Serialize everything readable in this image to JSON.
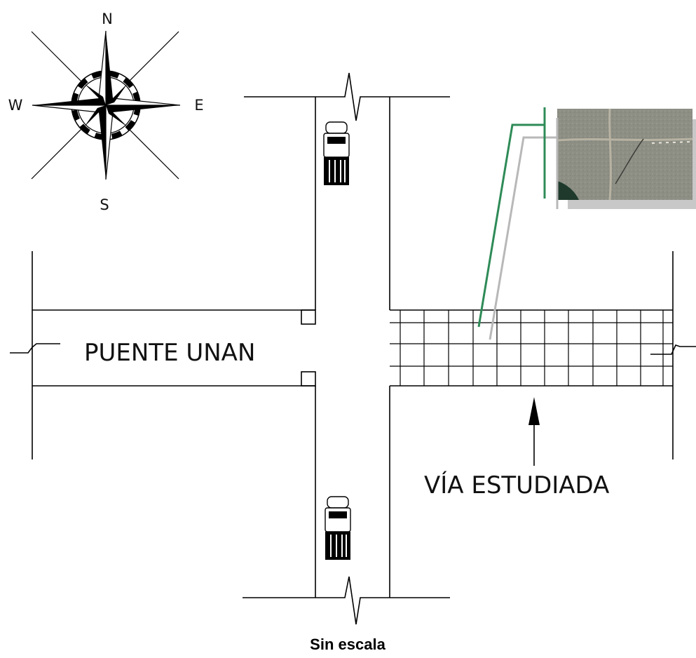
{
  "compass": {
    "north": "N",
    "south": "S",
    "east": "E",
    "west": "W"
  },
  "labels": {
    "street_name": "PUENTE UNAN",
    "studied_road": "VÍA ESTUDIADA",
    "scale_note": "Sin escala"
  },
  "photo_inset": {
    "subject": "cracked-concrete-pavement-photo"
  },
  "colors": {
    "leader_green": "#2e8b57",
    "leader_gray": "#b8b8b8",
    "photo_shadow": "#c8c8c8"
  }
}
